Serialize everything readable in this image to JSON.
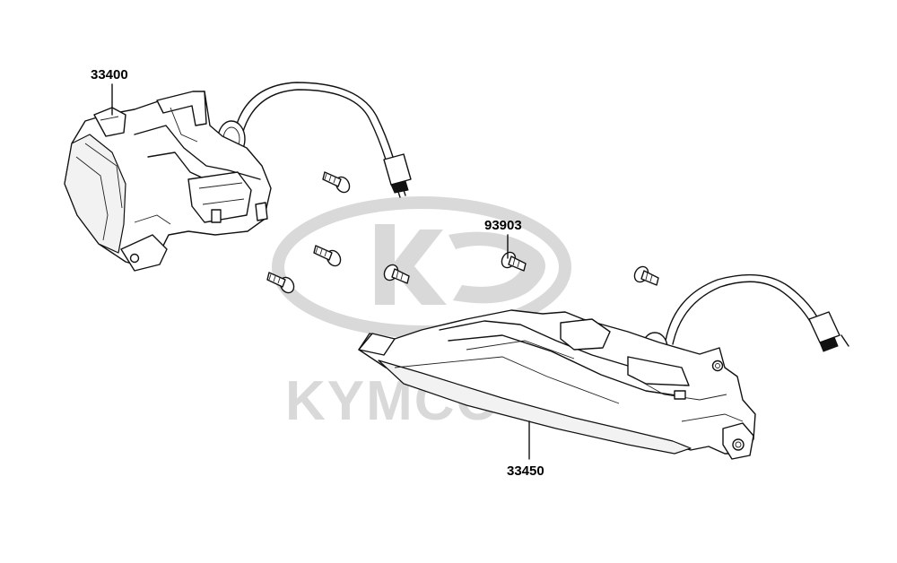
{
  "watermark": {
    "brand": "KYMCO",
    "color": "#d9d9d9"
  },
  "parts": {
    "left_lamp": {
      "number": "33400"
    },
    "right_lamp": {
      "number": "33450"
    },
    "screw": {
      "number": "93903"
    }
  },
  "colors": {
    "line": "#111111",
    "background": "#ffffff"
  }
}
